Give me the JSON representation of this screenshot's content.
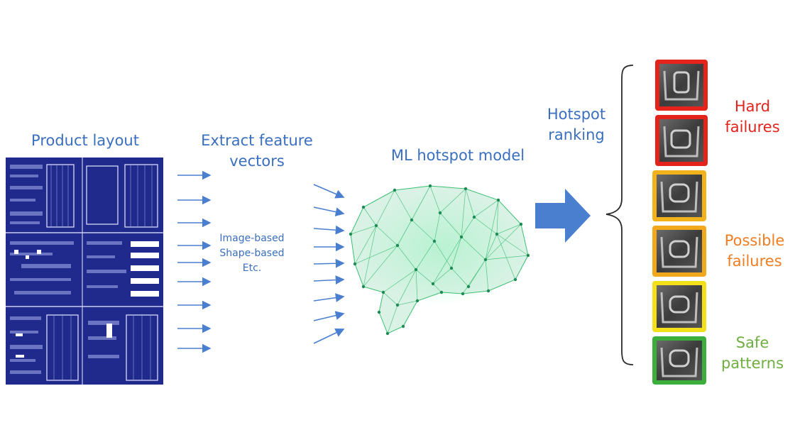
{
  "labels": {
    "product_layout": "Product layout",
    "extract_line1": "Extract feature",
    "extract_line2": "vectors",
    "ml_model": "ML hotspot model",
    "ranking_line1": "Hotspot",
    "ranking_line2": "ranking"
  },
  "feature_methods": [
    "Image-based",
    "Shape-based",
    "Etc."
  ],
  "categories": [
    {
      "line1": "Hard",
      "line2": "failures",
      "color": "#e4231d"
    },
    {
      "line1": "Possible",
      "line2": "failures",
      "color": "#f07d22"
    },
    {
      "line1": "Safe",
      "line2": "patterns",
      "color": "#6fae40"
    }
  ],
  "hotspot_frame_colors": [
    "#e4231d",
    "#e4231d",
    "#f2b21c",
    "#f2a81c",
    "#f4e01a",
    "#3cae3c"
  ],
  "colors": {
    "accent_text": "#3a6fc0",
    "layout_fill": "#1f2a8c",
    "arrow": "#4a7fcf",
    "brain": "#3cbf72"
  }
}
